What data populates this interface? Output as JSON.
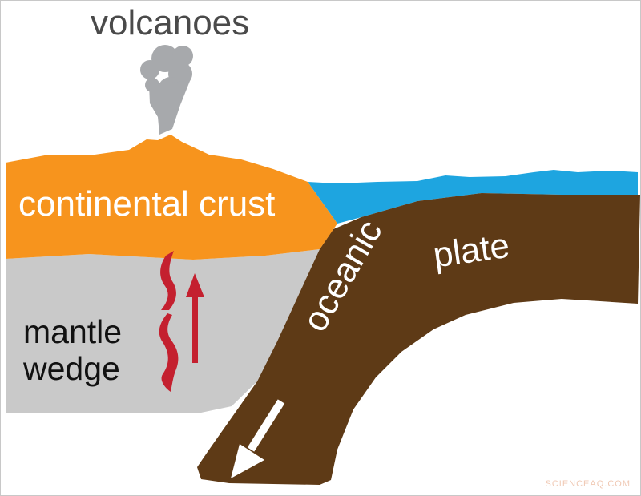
{
  "diagram": {
    "title": "volcanoes",
    "labels": {
      "continental_crust": "continental crust",
      "mantle_line1": "mantle",
      "mantle_line2": "wedge",
      "oceanic": "oceanic",
      "plate": "plate"
    },
    "watermark": "SCIENCEAQ.COM",
    "colors": {
      "continental_crust": "#f7941d",
      "mantle_wedge": "#c9c9c9",
      "ocean_water": "#1ea5e0",
      "oceanic_plate": "#5e3a16",
      "volcanic_plume": "#a7a9ac",
      "mantle_flow_arrows": "#c4202f",
      "subduction_arrow": "#ffffff",
      "title_text": "#4a4a4a",
      "mantle_text": "#111111",
      "label_text_on_color": "#ffffff"
    },
    "icons": {
      "plume": "volcanic-plume-icon",
      "mantle_flow": "rising-magma-icon",
      "subduction": "subduction-arrow-icon"
    }
  }
}
